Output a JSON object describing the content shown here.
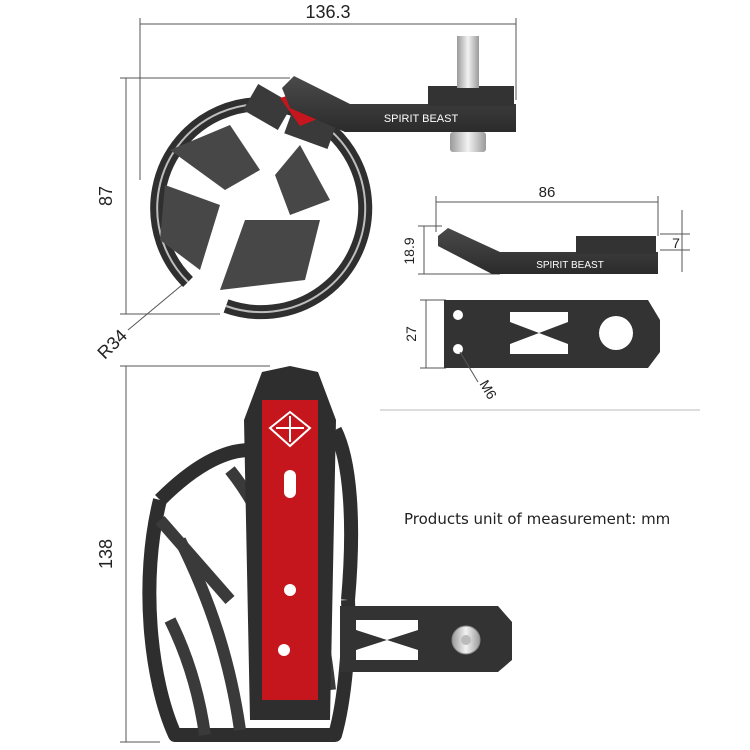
{
  "dimensions": {
    "holder_width": "136.3",
    "holder_height": "87",
    "ring_radius": "R34",
    "arm_length": "86",
    "arm_height": "18.9",
    "arm_top_thickness": "7",
    "arm_width": "27",
    "bolt_thread": "M6",
    "cage_height": "138"
  },
  "brand": {
    "arm_label_top": "SPIRIT BEAST",
    "arm_label_side": "SPIRIT BEAST"
  },
  "note": "Products unit of measurement: mm",
  "colors": {
    "body": "#3c3c3c",
    "body_dark": "#2a2a2a",
    "accent_red": "#c4161c",
    "metal": "#d9d9d9",
    "dim_line": "#555555"
  }
}
